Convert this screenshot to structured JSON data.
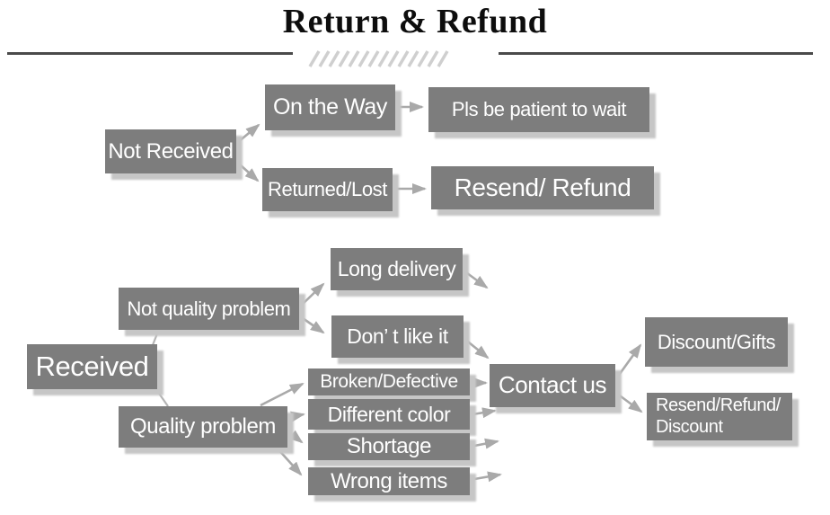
{
  "title": "Return & Refund",
  "colors": {
    "box_fill": "#7d7d7d",
    "box_text": "#ffffff",
    "arrow": "#a9a9a9",
    "connector": "#b5b5b5",
    "shadow": "#c6c6c6",
    "title_text": "#0d0d0d",
    "divider": "#4a4a4a",
    "hatch": "#cfcfcf",
    "background": "#ffffff"
  },
  "not_received_flow": {
    "root": "Not Received",
    "branches": [
      {
        "status": "On the Way",
        "action": "Pls be patient to wait"
      },
      {
        "status": "Returned/Lost",
        "action": "Resend/ Refund"
      }
    ]
  },
  "received_flow": {
    "root": "Received",
    "not_quality_problem": {
      "label": "Not quality problem",
      "reasons": [
        "Long delivery",
        "Don’ t like it"
      ]
    },
    "quality_problem": {
      "label": "Quality problem",
      "reasons": [
        "Broken/Defective",
        "Different color",
        "Shortage",
        "Wrong items"
      ]
    },
    "contact": "Contact us",
    "resolutions": [
      "Discount/Gifts",
      "Resend/Refund/ Discount"
    ]
  }
}
